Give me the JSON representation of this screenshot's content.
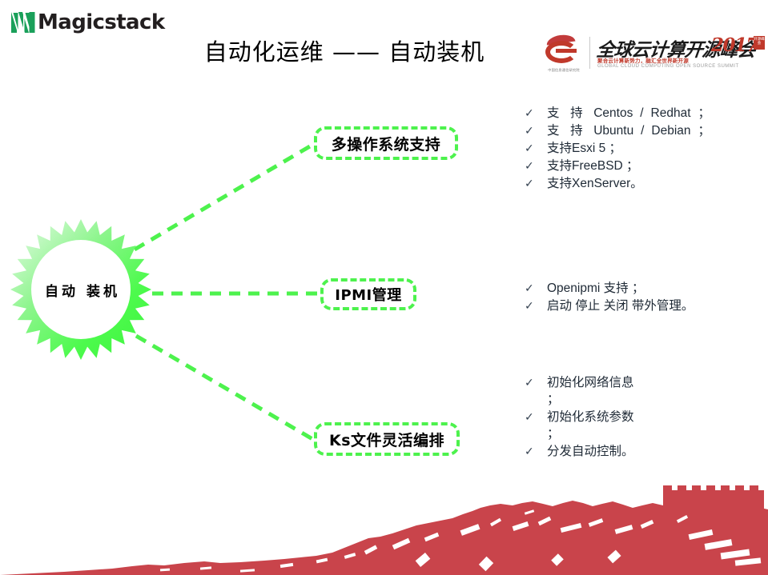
{
  "brand": {
    "name": "Magicstack",
    "mark_color": "#1aa05a",
    "text_color": "#231f20"
  },
  "header": {
    "title": "自动化运维 ——  自动装机"
  },
  "conference_logo": {
    "emblem_caption": "中国信息通信研究院",
    "title_cn": "全球云计算开源峰会",
    "year": "2017",
    "seal": "开源峰会",
    "subtitle_cn": "聚合云计算新势力，融汇全世界新开源",
    "subtitle_en": "GLOBAL CLOUD COMPUTING OPEN SOURCE SUMMIT",
    "accent_color": "#c0392b"
  },
  "diagram": {
    "hub": {
      "label": "自动 装机",
      "fill_from": "#e8fbe8",
      "fill_to": "#4dfa4d",
      "inner_fill": "#ffffff"
    },
    "connector_color": "#4df24d",
    "features": [
      {
        "label": "多操作系统支持"
      },
      {
        "label": "IPMI管理"
      },
      {
        "label": "Ks文件灵活编排"
      }
    ],
    "bullet_marker": "✓",
    "bullet_groups": [
      {
        "items": [
          {
            "text": "支 持 Centos / Redhat ；",
            "justified": true
          },
          {
            "text": "支 持 Ubuntu / Debian ；",
            "justified": true
          },
          {
            "text": "支持Esxi 5 ；",
            "justified": false
          },
          {
            "text": "支持FreeBSD ；",
            "justified": false
          },
          {
            "text": "支持XenServer。",
            "justified": false
          }
        ]
      },
      {
        "items": [
          {
            "text": "Openipmi 支持 ；",
            "justified": false
          },
          {
            "text": "启动 停止 关闭 带外管理。",
            "justified": false
          }
        ]
      },
      {
        "items": [
          {
            "text": "初始化网络信息 ；",
            "justified": false
          },
          {
            "text": "初始化系统参数 ；",
            "justified": false
          },
          {
            "text": "分发自动控制。",
            "justified": false
          }
        ]
      }
    ]
  },
  "decoration": {
    "wall_color": "#c9444b"
  }
}
